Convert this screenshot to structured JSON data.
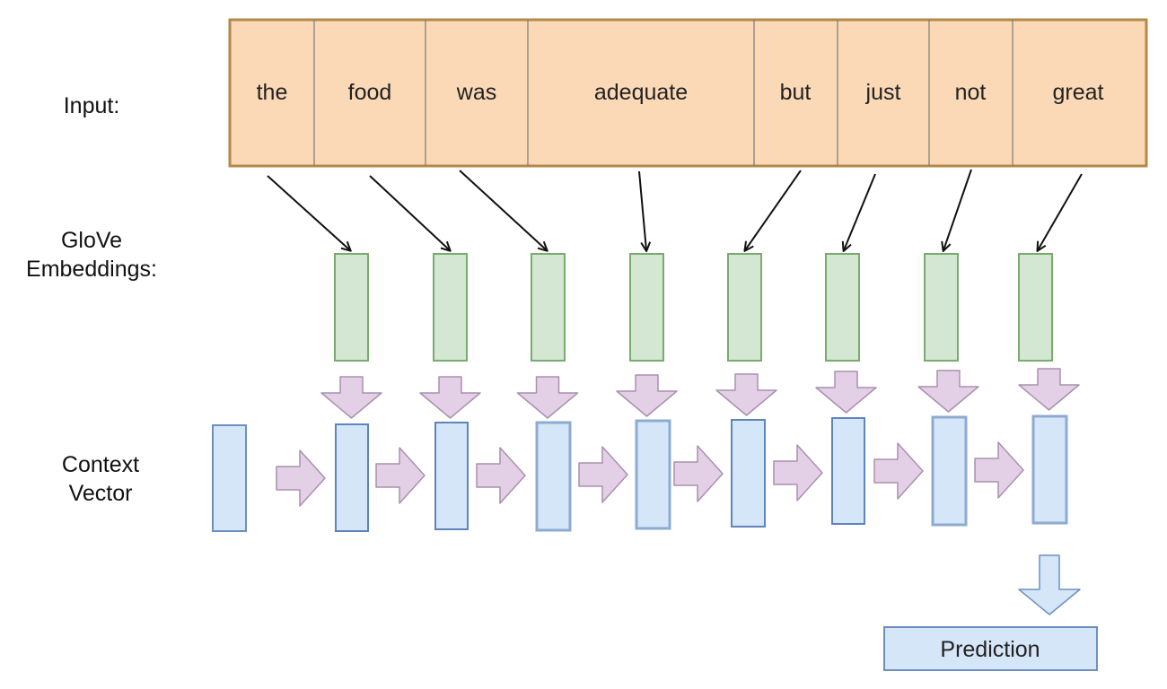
{
  "labels": {
    "input": "Input:",
    "glove_line1": "GloVe",
    "glove_line2": "Embeddings:",
    "context_line1": "Context",
    "context_line2": "Vector"
  },
  "tokens": [
    "the",
    "food",
    "was",
    "adequate",
    "but",
    "just",
    "not",
    "great"
  ],
  "prediction_label": "Prediction",
  "colors": {
    "input_fill": "#fbd9b6",
    "input_stroke": "#b5884a",
    "embedding_fill": "#d3e7d3",
    "embedding_stroke": "#7aab6e",
    "context_fill": "#d5e6f8",
    "context_stroke": "#6d8fc0",
    "transition_arrow_fill": "#e3d0e6",
    "transition_arrow_stroke": "#a990ad",
    "output_arrow_fill": "#d5e6f8",
    "output_arrow_stroke": "#6d8fc0"
  }
}
